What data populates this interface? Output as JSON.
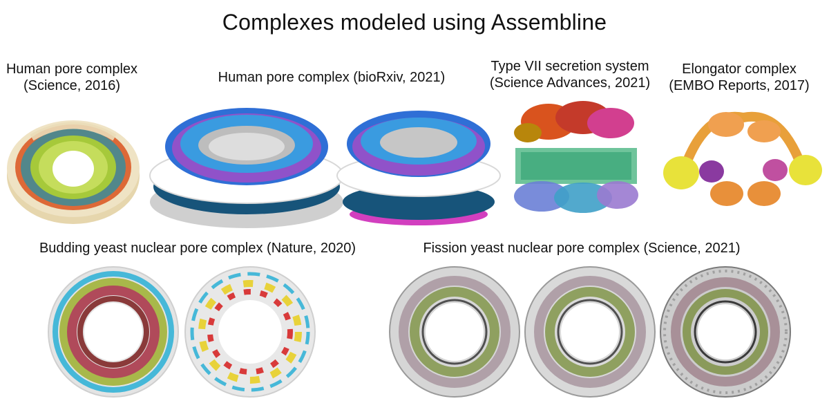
{
  "title": "Complexes modeled using Assembline",
  "panels": {
    "human2016": {
      "line1": "Human pore complex",
      "line2": "(Science, 2016)"
    },
    "human2021": {
      "line1": "Human pore complex (bioRxiv, 2021)"
    },
    "typevii": {
      "line1": "Type VII secretion system",
      "line2": "(Science Advances, 2021)"
    },
    "elongator": {
      "line1": "Elongator complex",
      "line2": "(EMBO Reports, 2017)"
    },
    "budding": {
      "line1": "Budding yeast nuclear pore complex (Nature, 2020)"
    },
    "fission": {
      "line1": "Fission yeast nuclear pore complex (Science, 2021)"
    }
  },
  "colors": {
    "orange": "#d9531e",
    "teal": "#2f8fa0",
    "lime": "#a6c93a",
    "cream": "#eadcb8",
    "navy": "#17547a",
    "magenta": "#d23fbf",
    "blue": "#2f6fd6",
    "yellow": "#e8e23a"
  }
}
